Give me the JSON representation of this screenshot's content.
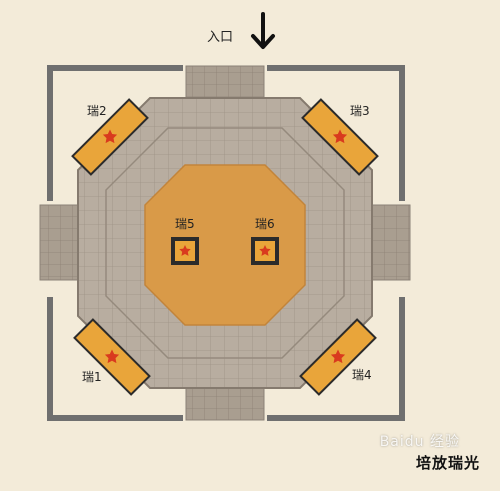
{
  "entrance": {
    "label": "入口",
    "icon": "down-arrow-icon"
  },
  "title": "培放瑞光",
  "watermark": "Baidu 经验",
  "spots": {
    "s1": {
      "label": "瑞1",
      "icon": "star-icon"
    },
    "s2": {
      "label": "瑞2",
      "icon": "star-icon"
    },
    "s3": {
      "label": "瑞3",
      "icon": "star-icon"
    },
    "s4": {
      "label": "瑞4",
      "icon": "star-icon"
    },
    "s5": {
      "label": "瑞5",
      "icon": "star-icon"
    },
    "s6": {
      "label": "瑞6",
      "icon": "star-icon"
    }
  },
  "colors": {
    "background": "#f3ebd9",
    "walls": "#6f6f6f",
    "floor": "#b8ada0",
    "center": "#d99a48",
    "pads": "#e9a53a",
    "stars": "#d93a1e"
  }
}
